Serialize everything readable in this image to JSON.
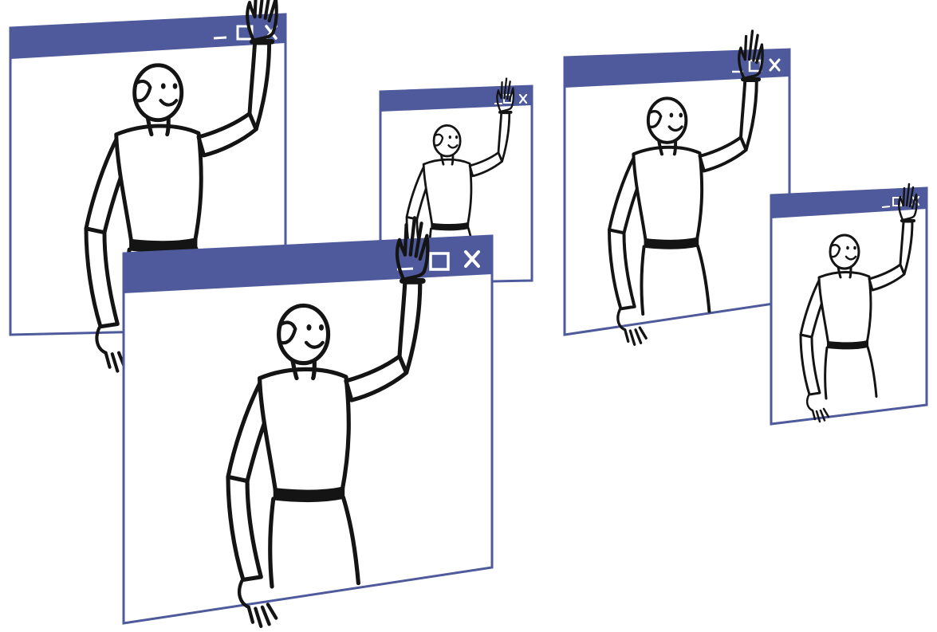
{
  "colors": {
    "titlebar": "#4e5a9b",
    "frame": "#4e5a9b",
    "window_bg": "#ffffff",
    "ink": "#141414"
  },
  "windows": [
    {
      "name": "window-back-left",
      "buttons": [
        "minimize-icon",
        "maximize-icon",
        "close-icon"
      ]
    },
    {
      "name": "window-back-center",
      "buttons": [
        "minimize-icon",
        "maximize-icon",
        "close-icon"
      ]
    },
    {
      "name": "window-front-large",
      "buttons": [
        "minimize-icon",
        "maximize-icon",
        "close-icon"
      ]
    },
    {
      "name": "window-right",
      "buttons": [
        "minimize-icon",
        "maximize-icon",
        "close-icon"
      ]
    },
    {
      "name": "window-far-right",
      "buttons": [
        "minimize-icon",
        "maximize-icon",
        "close-icon"
      ]
    }
  ],
  "figure": "waving-robot"
}
